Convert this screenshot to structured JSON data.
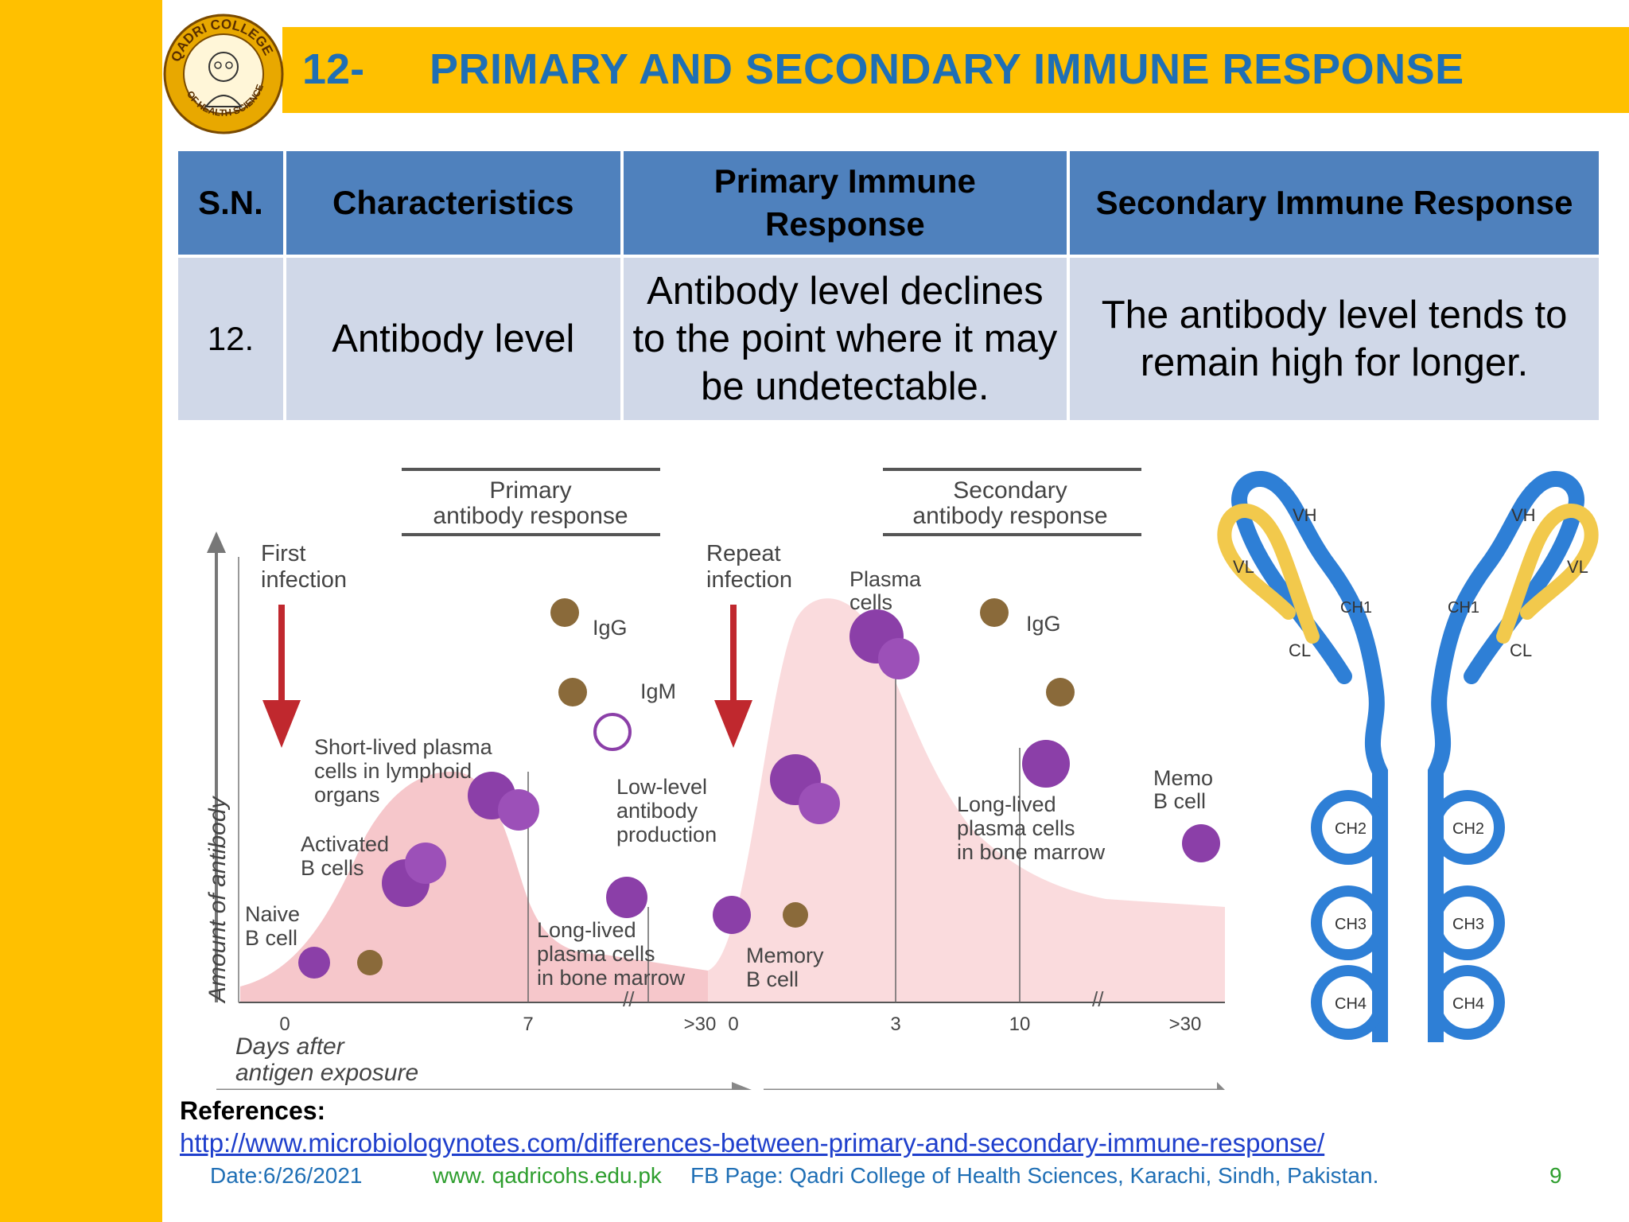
{
  "slide": {
    "number": "12-",
    "title": "PRIMARY AND SECONDARY IMMUNE RESPONSE"
  },
  "logo": {
    "text_top": "QADRI COLLEGE",
    "text_bottom": "OF HEALTH SCIENCES"
  },
  "table": {
    "headers": [
      "S.N.",
      "Characteristics",
      "Primary Immune Response",
      "Secondary Immune Response"
    ],
    "rows": [
      [
        "12.",
        "Antibody level",
        "Antibody level declines to the point where it may be undetectable.",
        "The antibody level tends to remain high for longer."
      ]
    ]
  },
  "figure": {
    "primary_bracket": [
      "Primary",
      "antibody response"
    ],
    "secondary_bracket": [
      "Secondary",
      "antibody response"
    ],
    "y_axis_label": "Amount of antibody",
    "x_axis_label": [
      "Days after",
      "antigen exposure"
    ],
    "x_ticks": [
      "0",
      "7",
      ">30",
      "0",
      "3",
      "10",
      ">30"
    ],
    "labels": {
      "first_infection": [
        "First",
        "infection"
      ],
      "repeat_infection": [
        "Repeat",
        "infection"
      ],
      "naive_b_cell": [
        "Naive",
        "B cell"
      ],
      "activated_b_cells": [
        "Activated",
        "B cells"
      ],
      "short_lived": [
        "Short-lived plasma",
        "cells in lymphoid",
        "organs"
      ],
      "igg_1": "IgG",
      "igm": "IgM",
      "low_level": [
        "Low-level",
        "antibody",
        "production"
      ],
      "long_lived_1": [
        "Long-lived",
        "plasma cells",
        "in bone marrow"
      ],
      "memory_b_cell": [
        "Memory",
        "B cell"
      ],
      "plasma_cells": [
        "Plasma",
        "cells"
      ],
      "igg_2": "IgG",
      "long_lived_2": [
        "Long-lived",
        "plasma cells",
        "in bone marrow"
      ],
      "memory_b_cell_2": [
        "Memo",
        "B cell"
      ]
    }
  },
  "antibody_diagram": {
    "labels": [
      "VH",
      "VH",
      "VL",
      "VL",
      "CH1",
      "CH1",
      "CL",
      "CL",
      "CH2",
      "CH2",
      "CH3",
      "CH3",
      "CH4",
      "CH4"
    ]
  },
  "references": {
    "title": "References:",
    "link": "http://www.microbiologynotes.com/differences-between-primary-and-secondary-immune-response/"
  },
  "footer": {
    "date": "Date:6/26/2021",
    "website": "www. qadricohs.edu.pk",
    "fb": "FB Page: Qadri College of Health Sciences, Karachi, Sindh, Pakistan.",
    "page": "9"
  },
  "colors": {
    "accent_yellow": "#FFC000",
    "title_blue": "#1F6FB5",
    "header_blue": "#4F81BD",
    "cell_blue": "#D0D8E8",
    "curve_pink": "#F5C4C8",
    "arrow_red": "#C0282E",
    "cell_purple": "#8B3FA8",
    "antibody_blue": "#2E7FD6",
    "antibody_yellow": "#F2C94C"
  }
}
